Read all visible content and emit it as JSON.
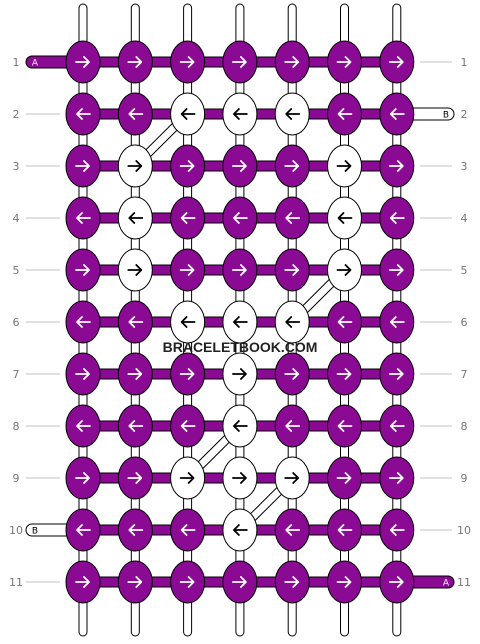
{
  "watermark": "BRACELETBOOK.COM",
  "colors": {
    "A": "#8b0a93",
    "B": "#ffffff",
    "outline": "#000000",
    "row_line": "#c0c0c0",
    "label": "#777777"
  },
  "row_labels_left": [
    "1",
    "2",
    "3",
    "4",
    "5",
    "6",
    "7",
    "8",
    "9",
    "10",
    "11"
  ],
  "row_labels_right": [
    "1",
    "2",
    "3",
    "4",
    "5",
    "6",
    "7",
    "8",
    "9",
    "10",
    "11"
  ],
  "string_tags": [
    {
      "row": 1,
      "side": "left",
      "label": "A",
      "color": "A"
    },
    {
      "row": 2,
      "side": "right",
      "label": "B",
      "color": "B"
    },
    {
      "row": 10,
      "side": "left",
      "label": "B",
      "color": "B"
    },
    {
      "row": 11,
      "side": "right",
      "label": "A",
      "color": "A"
    }
  ],
  "rows": [
    {
      "dir": "right",
      "knots": [
        "A",
        "A",
        "A",
        "A",
        "A",
        "A",
        "A"
      ]
    },
    {
      "dir": "left",
      "knots": [
        "A",
        "A",
        "B",
        "B",
        "B",
        "A",
        "A"
      ]
    },
    {
      "dir": "right",
      "knots": [
        "A",
        "B",
        "A",
        "A",
        "A",
        "B",
        "A"
      ]
    },
    {
      "dir": "left",
      "knots": [
        "A",
        "B",
        "A",
        "A",
        "A",
        "B",
        "A"
      ]
    },
    {
      "dir": "right",
      "knots": [
        "A",
        "B",
        "A",
        "A",
        "A",
        "B",
        "A"
      ]
    },
    {
      "dir": "left",
      "knots": [
        "A",
        "A",
        "B",
        "B",
        "B",
        "A",
        "A"
      ]
    },
    {
      "dir": "right",
      "knots": [
        "A",
        "A",
        "A",
        "B",
        "A",
        "A",
        "A"
      ]
    },
    {
      "dir": "left",
      "knots": [
        "A",
        "A",
        "A",
        "B",
        "A",
        "A",
        "A"
      ]
    },
    {
      "dir": "right",
      "knots": [
        "A",
        "A",
        "B",
        "B",
        "B",
        "A",
        "A"
      ]
    },
    {
      "dir": "left",
      "knots": [
        "A",
        "A",
        "A",
        "B",
        "A",
        "A",
        "A"
      ]
    },
    {
      "dir": "right",
      "knots": [
        "A",
        "A",
        "A",
        "A",
        "A",
        "A",
        "A"
      ]
    }
  ],
  "diagonals": [
    {
      "from": [
        2,
        3
      ],
      "to": [
        3,
        2
      ],
      "color": "B"
    },
    {
      "from": [
        5,
        6
      ],
      "to": [
        6,
        5
      ],
      "color": "B"
    },
    {
      "from": [
        8,
        4
      ],
      "to": [
        9,
        3
      ],
      "color": "B"
    },
    {
      "from": [
        9,
        5
      ],
      "to": [
        10,
        4
      ],
      "color": "B"
    }
  ]
}
